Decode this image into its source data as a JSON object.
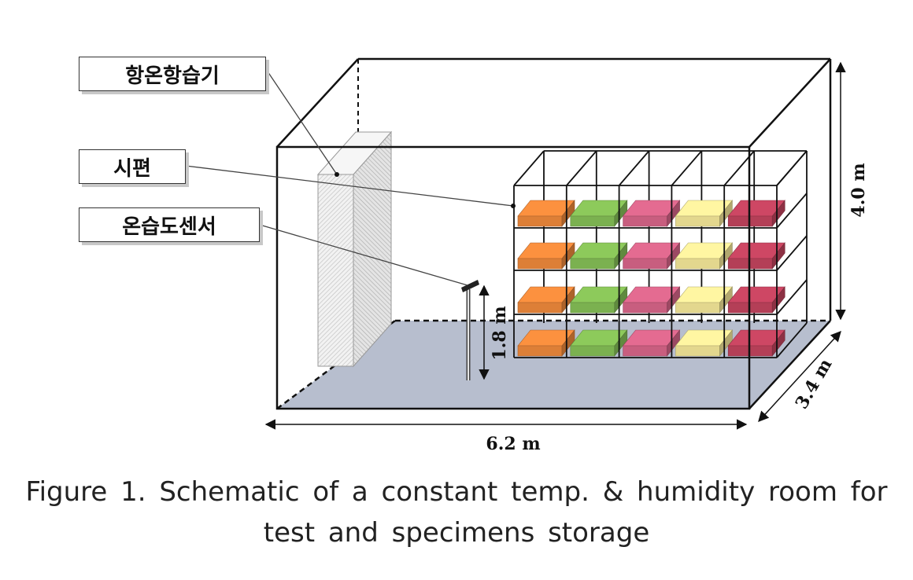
{
  "labels": {
    "chamber": "항온항습기",
    "specimen": "시편",
    "sensor": "온습도센서"
  },
  "dimensions": {
    "width": "6.2 m",
    "depth": "3.4 m",
    "height": "4.0 m",
    "sensor_height": "1.8 m"
  },
  "caption": {
    "line1": "Figure 1. Schematic of a constant temp. & humidity room for",
    "line2": "test and specimens storage"
  },
  "colors": {
    "floor": "#b7bece",
    "specimen_columns": [
      "#f08a3c",
      "#86c057",
      "#d9668a",
      "#f7ea9a",
      "#c4445f"
    ]
  },
  "shelf": {
    "levels": 4,
    "columns": 5
  }
}
